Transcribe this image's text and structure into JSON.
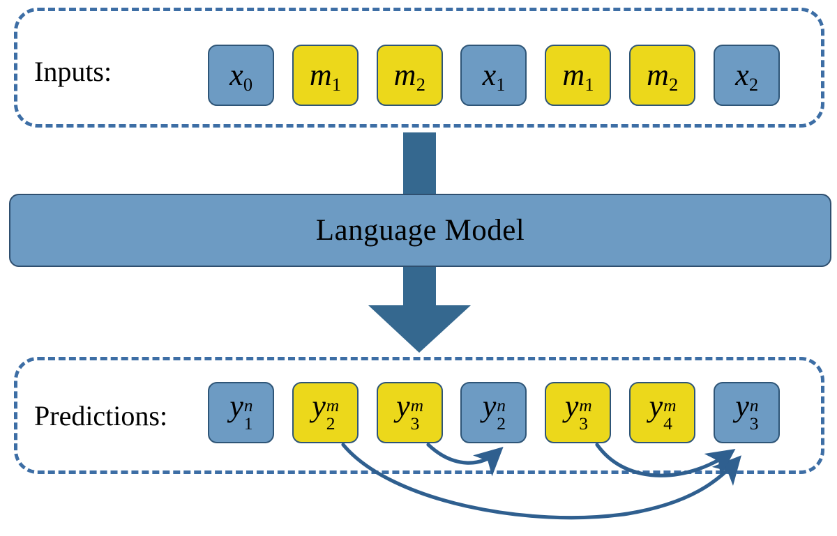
{
  "diagram": {
    "title": "Language Model multi-token prediction with mask tokens",
    "background_color": "#ffffff"
  },
  "colors": {
    "blue_token": "#6d9bc3",
    "yellow_token": "#ecd81b",
    "token_border": "#2e5577",
    "dashed_border": "#3d6ea5",
    "block_arrow": "#35688f",
    "lm_bar_fill": "#6d9bc3",
    "curve_stroke": "#2f5f8f",
    "text": "#000000"
  },
  "inputs": {
    "label": "Inputs:",
    "tokens": [
      {
        "base": "x",
        "sub": "0",
        "sup": "",
        "color": "blue",
        "name": "token-x0"
      },
      {
        "base": "m",
        "sub": "1",
        "sup": "",
        "color": "yellow",
        "name": "token-m1-a"
      },
      {
        "base": "m",
        "sub": "2",
        "sup": "",
        "color": "yellow",
        "name": "token-m2-a"
      },
      {
        "base": "x",
        "sub": "1",
        "sup": "",
        "color": "blue",
        "name": "token-x1"
      },
      {
        "base": "m",
        "sub": "1",
        "sup": "",
        "color": "yellow",
        "name": "token-m1-b"
      },
      {
        "base": "m",
        "sub": "2",
        "sup": "",
        "color": "yellow",
        "name": "token-m2-b"
      },
      {
        "base": "x",
        "sub": "2",
        "sup": "",
        "color": "blue",
        "name": "token-x2"
      }
    ]
  },
  "model": {
    "label": "Language Model"
  },
  "arrows": {
    "input_to_model": "down-block-arrow",
    "model_to_output": "down-block-arrow"
  },
  "predictions": {
    "label": "Predictions:",
    "tokens": [
      {
        "base": "y",
        "sub": "1",
        "sup": "n",
        "color": "blue",
        "name": "token-y1n"
      },
      {
        "base": "y",
        "sub": "2",
        "sup": "m",
        "color": "yellow",
        "name": "token-y2m"
      },
      {
        "base": "y",
        "sub": "3",
        "sup": "m",
        "color": "yellow",
        "name": "token-y3m-a"
      },
      {
        "base": "y",
        "sub": "2",
        "sup": "n",
        "color": "blue",
        "name": "token-y2n"
      },
      {
        "base": "y",
        "sub": "3",
        "sup": "m",
        "color": "yellow",
        "name": "token-y3m-b"
      },
      {
        "base": "y",
        "sub": "4",
        "sup": "m",
        "color": "yellow",
        "name": "token-y4m"
      },
      {
        "base": "y",
        "sub": "3",
        "sup": "n",
        "color": "blue",
        "name": "token-y3n"
      }
    ]
  },
  "feedback_arrows": [
    {
      "name": "curve-y2m-to-y3n",
      "from": "token-y2m",
      "to": "token-y3n"
    },
    {
      "name": "curve-y3m-a-to-y2n",
      "from": "token-y3m-a",
      "to": "token-y2n"
    },
    {
      "name": "curve-y3m-b-to-y3n",
      "from": "token-y3m-b",
      "to": "token-y3n"
    }
  ]
}
